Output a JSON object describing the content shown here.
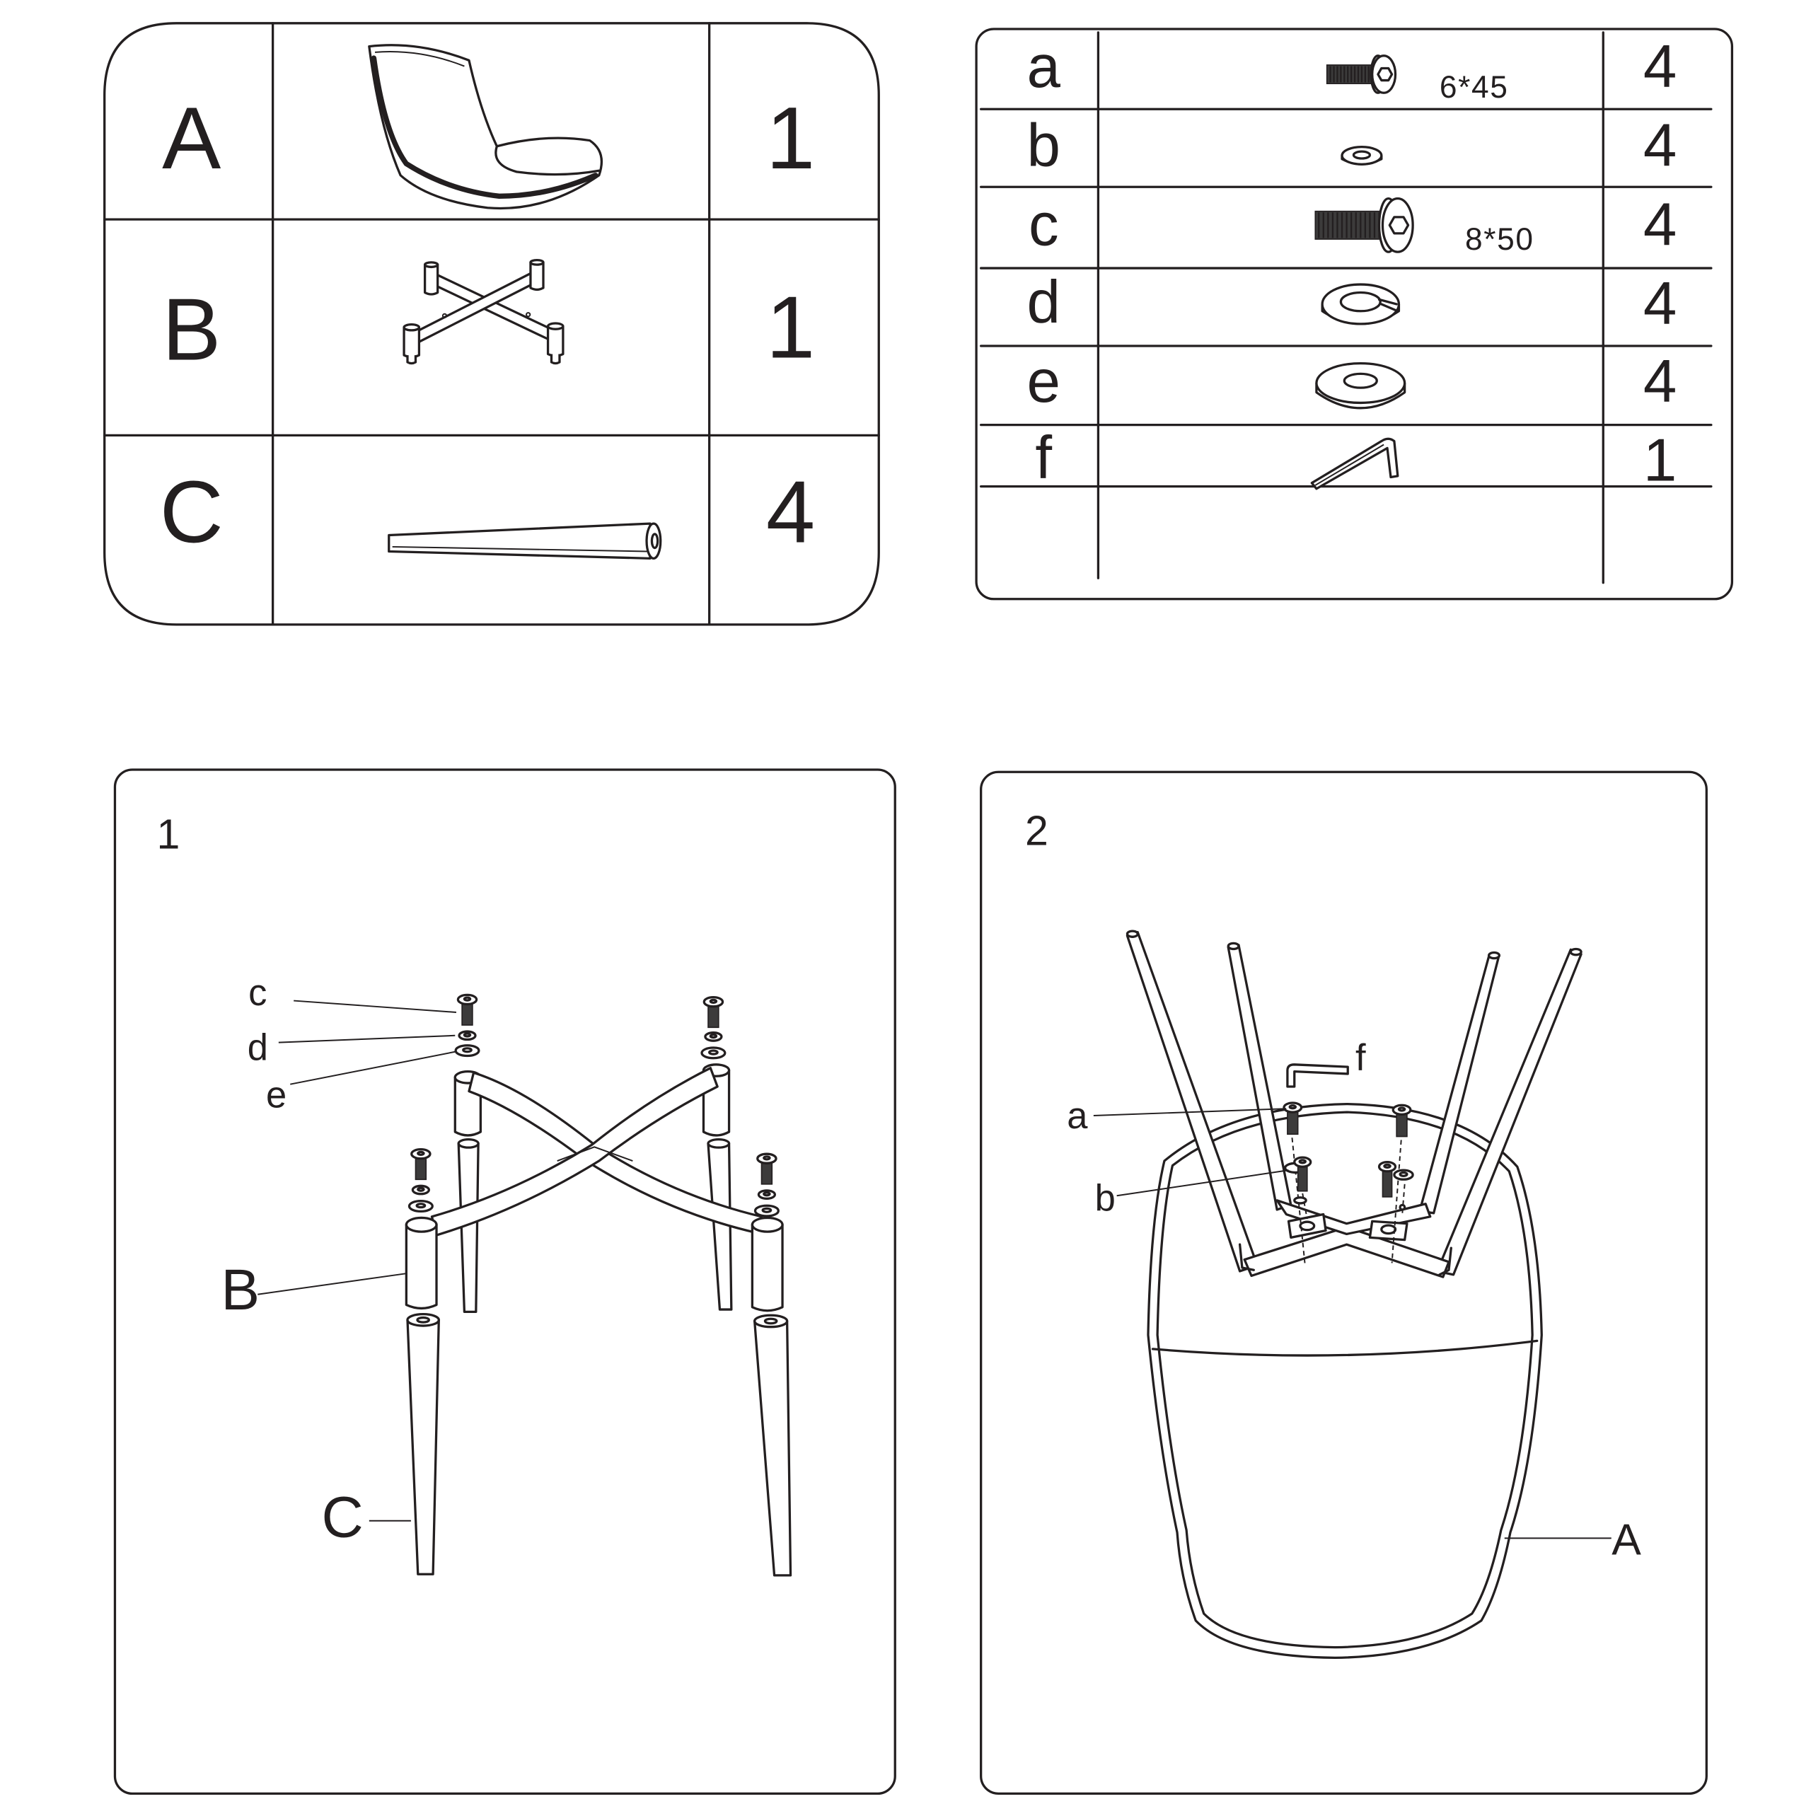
{
  "parts_list": {
    "rows": [
      {
        "label": "A",
        "qty": "1",
        "icon": "chair-seat-shell-icon"
      },
      {
        "label": "B",
        "qty": "1",
        "icon": "x-base-frame-icon"
      },
      {
        "label": "C",
        "qty": "4",
        "icon": "tapered-leg-icon"
      }
    ]
  },
  "hardware_list": {
    "rows": [
      {
        "label": "a",
        "size": "6*45",
        "qty": "4",
        "icon": "hex-socket-bolt-small-icon"
      },
      {
        "label": "b",
        "qty": "4",
        "icon": "flat-washer-small-icon"
      },
      {
        "label": "c",
        "size": "8*50",
        "qty": "4",
        "icon": "hex-socket-bolt-large-icon"
      },
      {
        "label": "d",
        "qty": "4",
        "icon": "spring-lock-washer-icon"
      },
      {
        "label": "e",
        "qty": "4",
        "icon": "flat-washer-large-icon"
      },
      {
        "label": "f",
        "qty": "1",
        "icon": "allen-key-icon"
      }
    ]
  },
  "steps": [
    {
      "number": "1",
      "callouts": [
        "c",
        "d",
        "e",
        "B",
        "C"
      ]
    },
    {
      "number": "2",
      "callouts": [
        "f",
        "a",
        "b",
        "A"
      ]
    }
  ],
  "colors": {
    "line": "#231f20",
    "background": "#ffffff"
  }
}
